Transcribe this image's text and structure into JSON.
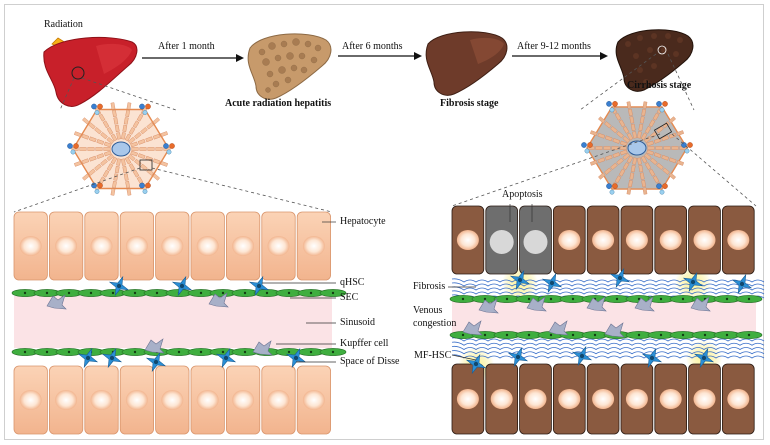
{
  "labels": {
    "radiation": "Radiation",
    "step1": "After 1 month",
    "step2": "After 6 months",
    "step3": "After 9-12 months",
    "stage1": "Acute radiation hepatitis",
    "stage2": "Fibrosis stage",
    "stage3": "Cirrhosis stage",
    "hepatocyte": "Hepatocyte",
    "qhsc": "qHSC",
    "sec": "SEC",
    "sinusoid": "Sinusoid",
    "kupffer": "Kupffer cell",
    "disse": "Space of Disse",
    "apoptosis": "Apoptosis",
    "fibrosis": "Fibrosis",
    "venous1": "Venous",
    "venous2": "congestion",
    "mfhsc": "MF-HSC"
  },
  "colors": {
    "liver_healthy": "#c8202a",
    "liver_hepatitis": "#c79a6b",
    "liver_fibrosis": "#6e3b2a",
    "liver_cirrhosis": "#4a2a1d",
    "hepatocyte_healthy": "#f7c7a6",
    "hepatocyte_damaged": "#8a5a40",
    "hepatocyte_apoptotic": "#6b6b6b",
    "sinusoid": "#fbe3e6",
    "sec": "#3fae3f",
    "hsc": "#2a8fd6",
    "kupffer": "#a8b0c8",
    "fibrosis": "#3a6fc9",
    "glow": "#f2e24a"
  },
  "icons": [
    "lightning-icon"
  ]
}
